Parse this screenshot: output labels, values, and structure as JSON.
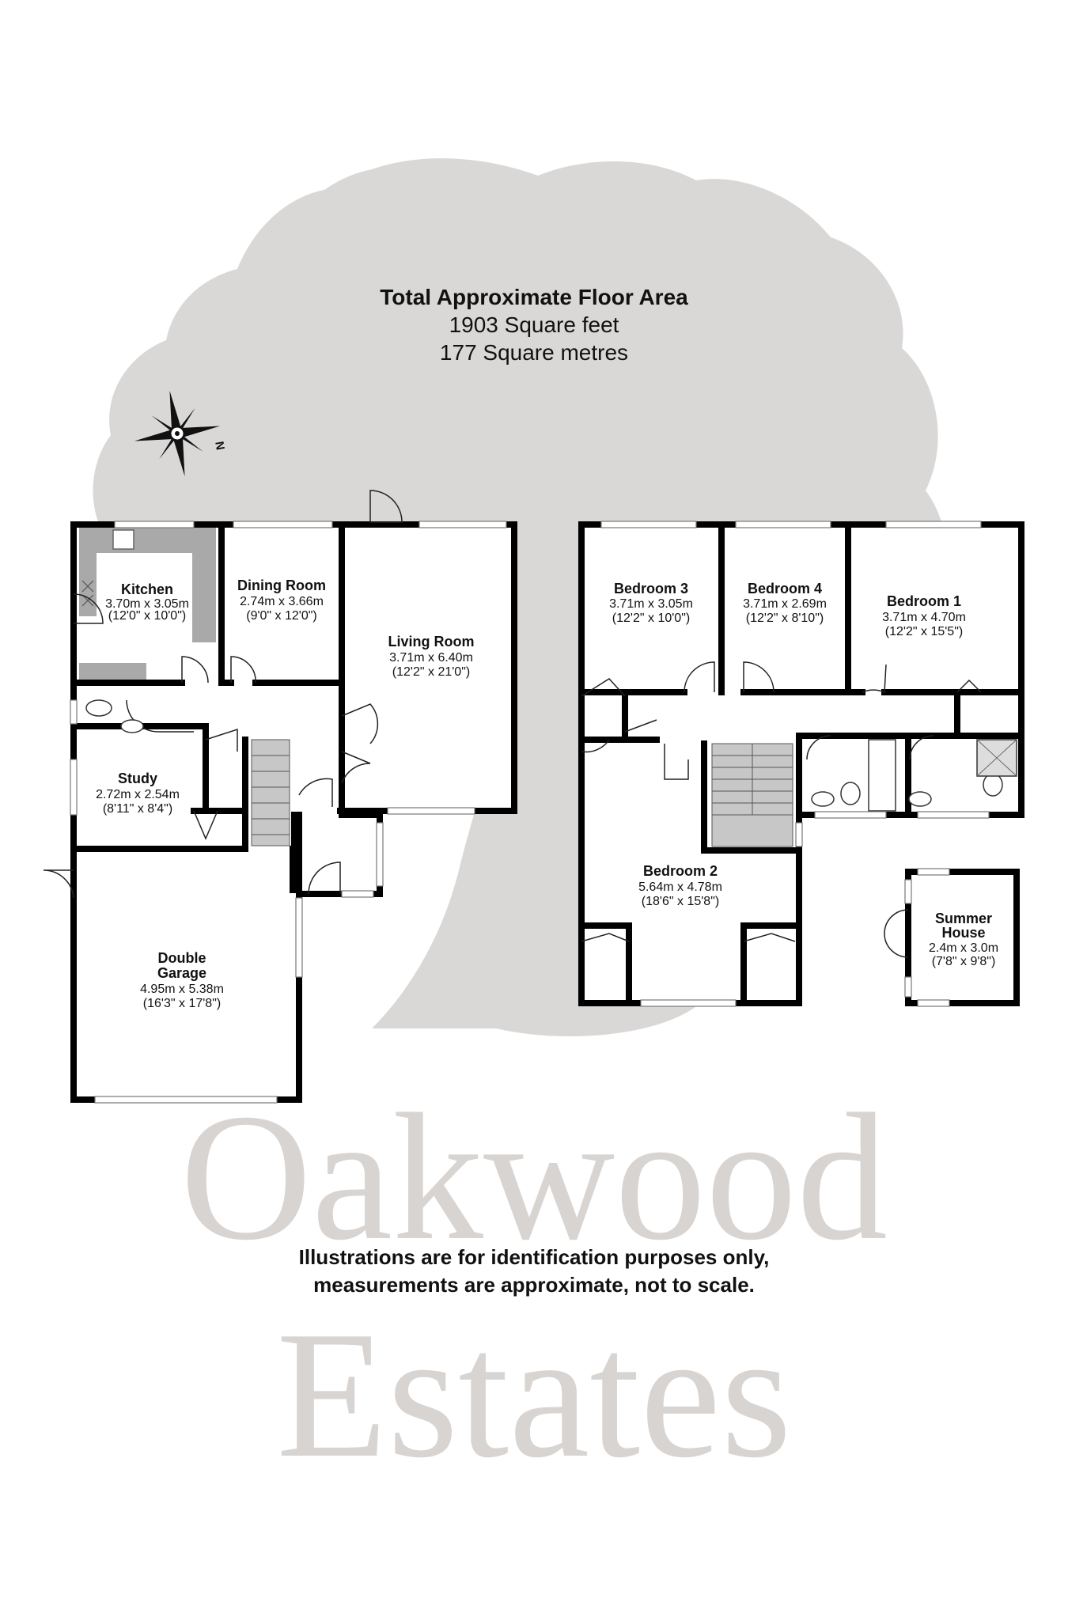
{
  "header": {
    "title": "Total Approximate Floor Area",
    "area_sqft": "1903 Square feet",
    "area_sqm": "177 Square metres"
  },
  "compass": {
    "label": "N"
  },
  "rooms": {
    "kitchen": {
      "name": "Kitchen",
      "metric": "3.70m x 3.05m",
      "imperial": "(12'0\" x 10'0\")"
    },
    "dining": {
      "name": "Dining Room",
      "metric": "2.74m x 3.66m",
      "imperial": "(9'0\" x 12'0\")"
    },
    "living": {
      "name": "Living Room",
      "metric": "3.71m x 6.40m",
      "imperial": "(12'2\" x 21'0\")"
    },
    "study": {
      "name": "Study",
      "metric": "2.72m x 2.54m",
      "imperial": "(8'11\" x 8'4\")"
    },
    "garage": {
      "name_line1": "Double",
      "name_line2": "Garage",
      "metric": "4.95m x 5.38m",
      "imperial": "(16'3\" x 17'8\")"
    },
    "bedroom3": {
      "name": "Bedroom 3",
      "metric": "3.71m x 3.05m",
      "imperial": "(12'2\" x 10'0\")"
    },
    "bedroom4": {
      "name": "Bedroom 4",
      "metric": "3.71m x 2.69m",
      "imperial": "(12'2\" x 8'10\")"
    },
    "bedroom1": {
      "name": "Bedroom 1",
      "metric": "3.71m x 4.70m",
      "imperial": "(12'2\" x 15'5\")"
    },
    "bedroom2": {
      "name": "Bedroom 2",
      "metric": "5.64m x 4.78m",
      "imperial": "(18'6\" x 15'8\")"
    },
    "summer_house": {
      "name_line1": "Summer",
      "name_line2": "House",
      "metric": "2.4m x 3.0m",
      "imperial": "(7'8\" x 9'8\")"
    }
  },
  "disclaimer": {
    "line1": "Illustrations are for identification purposes only,",
    "line2": "measurements are approximate, not to scale."
  },
  "watermark": {
    "line1": "Oakwood",
    "line2": "Estates"
  }
}
